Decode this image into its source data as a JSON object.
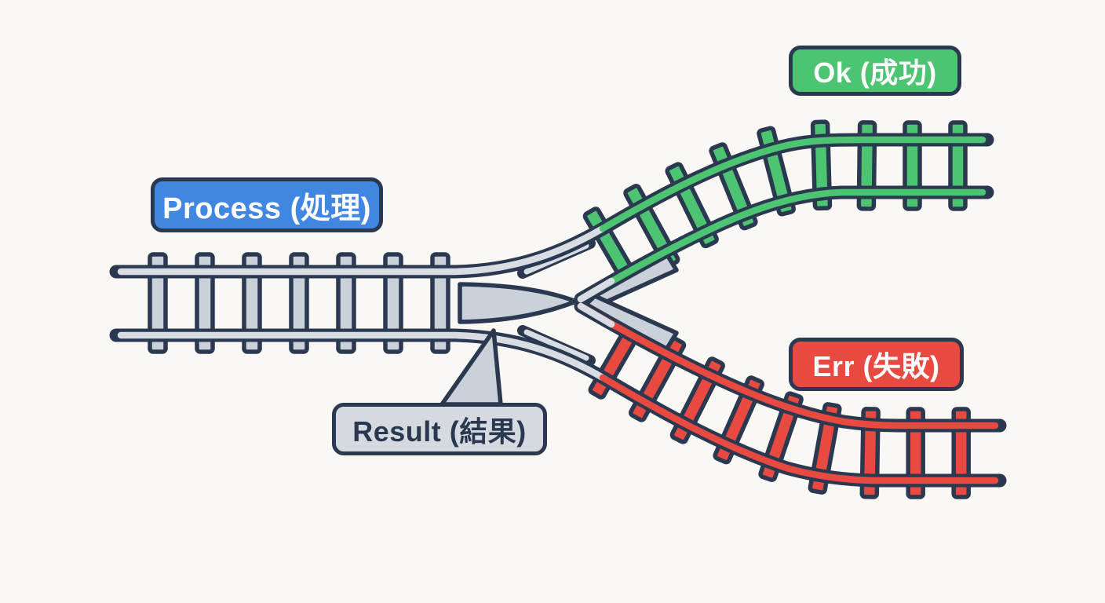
{
  "colors": {
    "background": "#f9f8f5",
    "outline": "#2b3950",
    "track_gray": "#cbd1d9",
    "rail_gray": "#d8dde3",
    "green": "#4dc472",
    "red": "#e84a42",
    "blue": "#4186e0",
    "badge_gray": "#d5dae0"
  },
  "badges": {
    "process": {
      "label": "Process (処理)",
      "color_key": "blue"
    },
    "ok": {
      "label": "Ok (成功)",
      "color_key": "green"
    },
    "err": {
      "label": "Err (失敗)",
      "color_key": "red"
    },
    "result": {
      "label": "Result (結果)",
      "color_key": "badge_gray"
    }
  },
  "tracks": {
    "main": {
      "name": "process-track",
      "color_key": "track_gray"
    },
    "ok_branch": {
      "name": "ok-success-track",
      "color_key": "green"
    },
    "err_branch": {
      "name": "err-failure-track",
      "color_key": "red"
    }
  }
}
